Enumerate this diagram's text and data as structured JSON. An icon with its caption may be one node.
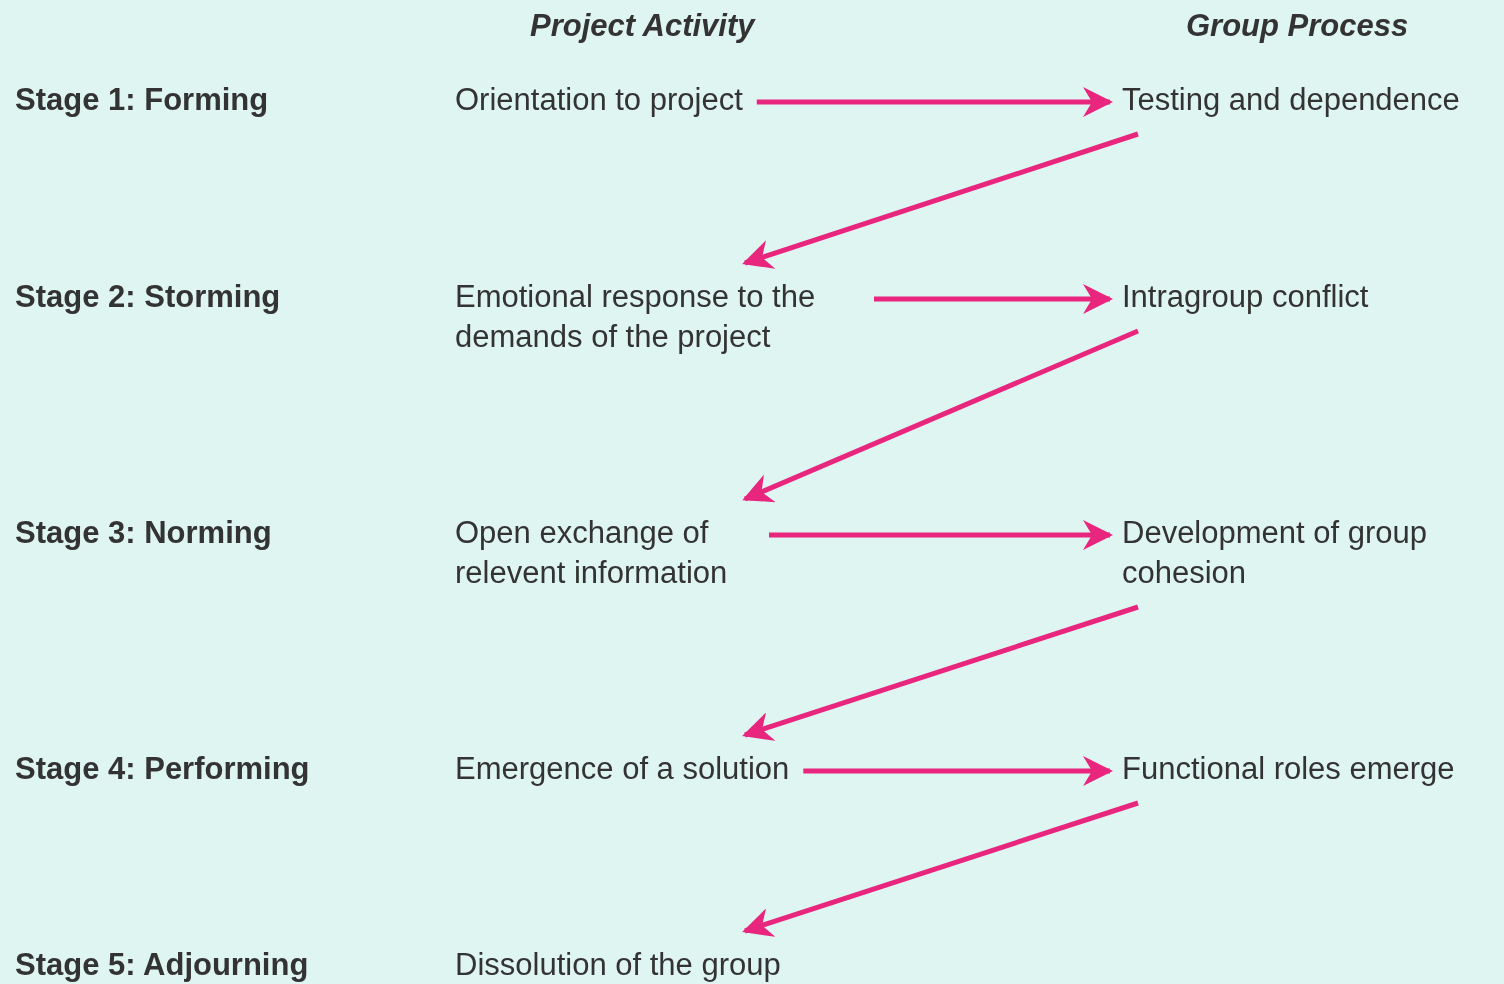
{
  "diagram": {
    "nodes": [
      {
        "text": [
          "Orientation to project"
        ]
      },
      {
        "text": [
          "Testing and dependence"
        ]
      },
      {
        "text": [
          "Emotional response to the demands of the project"
        ]
      },
      {
        "text": [
          "Intragroup conflict"
        ]
      },
      {
        "text": [
          "Open exchange of relevent information"
        ]
      },
      {
        "text": [
          "Development of group cohesion"
        ]
      },
      {
        "text": [
          "Emergence of a solution"
        ]
      },
      {
        "text": [
          "Functional roles emerge"
        ]
      },
      {
        "text": [
          "Dissolution of the group"
        ]
      }
    ],
    "edges": [
      {
        "from": 0,
        "to": 1,
        "arrow": "to"
      },
      {
        "from": 1,
        "to": 2,
        "arrow": "to"
      },
      {
        "from": 2,
        "to": 3,
        "arrow": "to"
      },
      {
        "from": 3,
        "to": 4,
        "arrow": "to"
      },
      {
        "from": 4,
        "to": 5,
        "arrow": "to"
      },
      {
        "from": 5,
        "to": 6,
        "arrow": "to"
      },
      {
        "from": 6,
        "to": 7,
        "arrow": "to"
      },
      {
        "from": 7,
        "to": 8,
        "arrow": "to"
      }
    ],
    "labels": [
      "Project Activity",
      "Group Process",
      "Stage 1: Forming",
      "Stage 2: Storming",
      "Stage 3: Norming",
      "Stage 4: Performing",
      "Stage 5: Adjourning"
    ]
  }
}
